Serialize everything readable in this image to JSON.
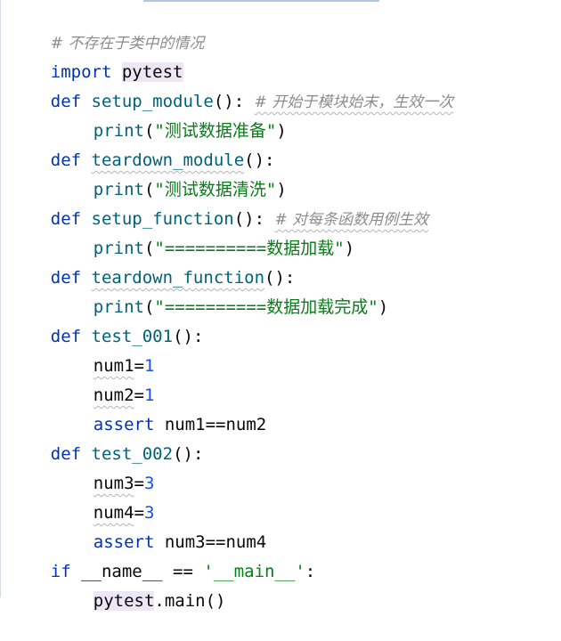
{
  "editor": {
    "colors": {
      "keyword": "#0033b3",
      "function": "#00627a",
      "string": "#067d17",
      "number": "#1750eb",
      "comment": "#8c8c8c",
      "text": "#080808",
      "highlight": "#ede6f5"
    },
    "lines": [
      {
        "comment": "# 不存在于类中的情况"
      },
      {
        "kw": "import",
        "module": "pytest"
      },
      {
        "kw": "def",
        "name": "setup_module",
        "sig": "():",
        "comment": "# 开始于模块始末，生效一次"
      },
      {
        "call": "print",
        "open": "(",
        "str": "\"测试数据准备\"",
        "close": ")"
      },
      {
        "kw": "def",
        "name": "teardown_module",
        "sig": "():"
      },
      {
        "call": "print",
        "open": "(",
        "str": "\"测试数据清洗\"",
        "close": ")"
      },
      {
        "kw": "def",
        "name": "setup_function",
        "sig": "():",
        "comment": "# 对每条函数用例生效"
      },
      {
        "call": "print",
        "open": "(",
        "str": "\"==========数据加载\"",
        "close": ")"
      },
      {
        "kw": "def",
        "name": "teardown_function",
        "sig": "():"
      },
      {
        "call": "print",
        "open": "(",
        "str": "\"==========数据加载完成\"",
        "close": ")"
      },
      {
        "kw": "def",
        "name": "test_001",
        "sig": "():"
      },
      {
        "var": "num1",
        "eq": "=",
        "val": "1"
      },
      {
        "var": "num2",
        "eq": "=",
        "val": "1"
      },
      {
        "kw": "assert",
        "expr": "num1==num2"
      },
      {
        "kw": "def",
        "name": "test_002",
        "sig": "():"
      },
      {
        "var": "num3",
        "eq": "=",
        "val": "3"
      },
      {
        "var": "num4",
        "eq": "=",
        "val": "3"
      },
      {
        "kw": "assert",
        "expr": "num3==num4"
      },
      {
        "kw": "if",
        "mid": " __name__ == ",
        "str": "'__main__'",
        "end": ":"
      },
      {
        "obj": "pytest",
        "method": ".main()"
      }
    ]
  }
}
